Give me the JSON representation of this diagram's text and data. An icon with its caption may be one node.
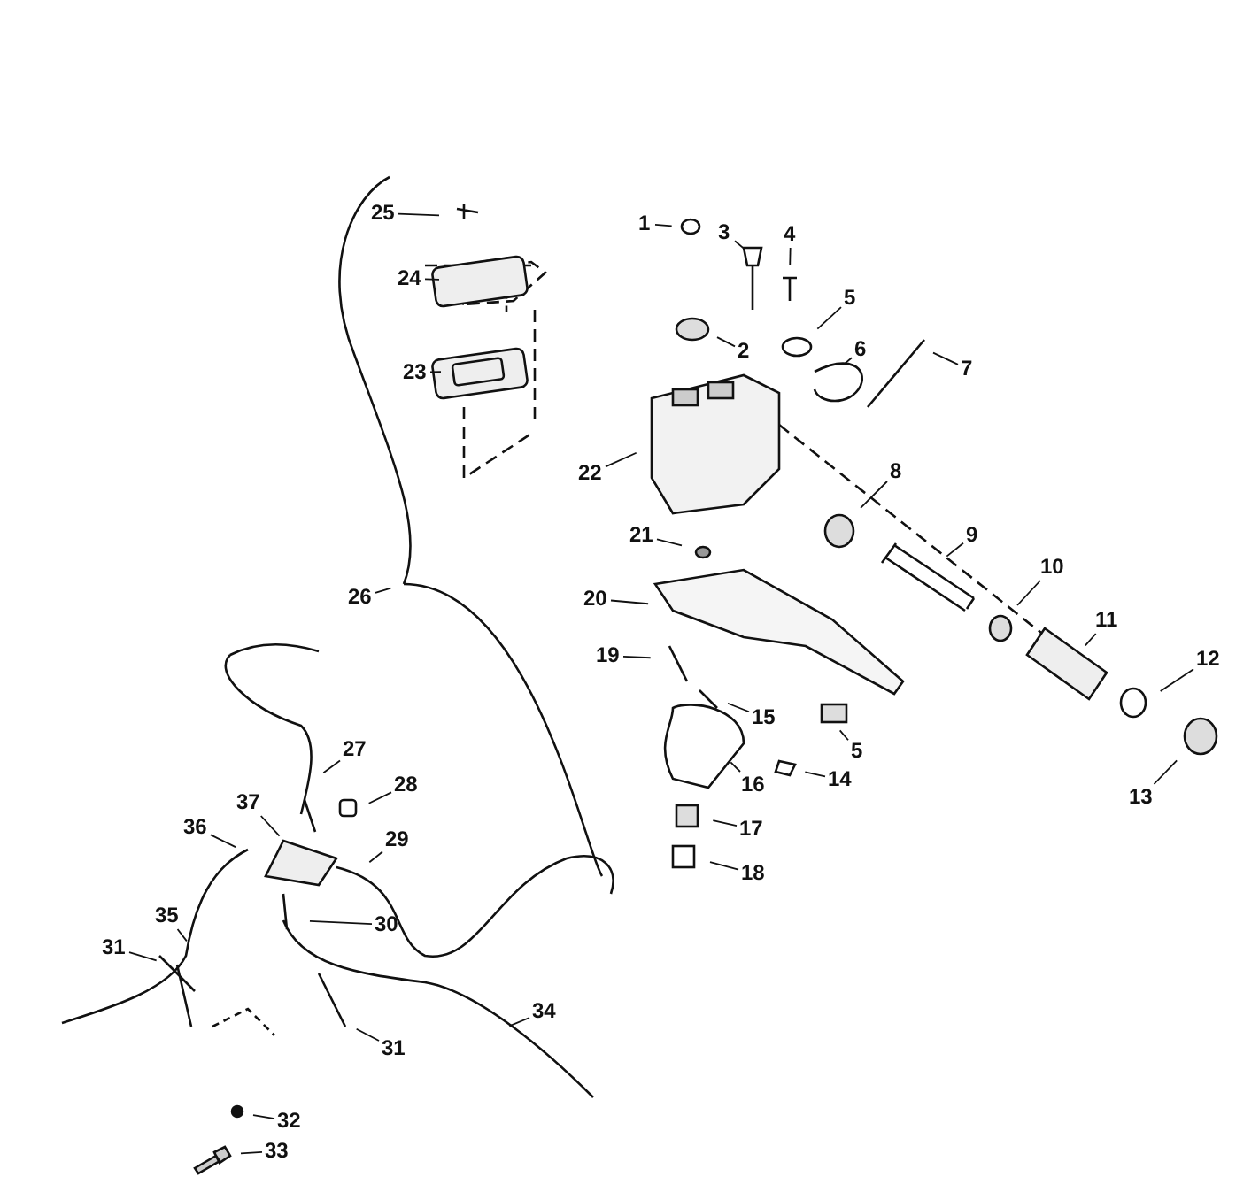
{
  "diagram": {
    "nodes": [
      {
        "text": [
          "25"
        ]
      },
      {
        "text": [
          "1"
        ]
      },
      {
        "text": [
          "3"
        ]
      },
      {
        "text": [
          "4"
        ]
      },
      {
        "text": [
          "24"
        ]
      },
      {
        "text": [
          "2"
        ]
      },
      {
        "text": [
          "5"
        ]
      },
      {
        "text": [
          "7"
        ]
      },
      {
        "text": [
          "6"
        ]
      },
      {
        "text": [
          "23"
        ]
      },
      {
        "text": [
          "22"
        ]
      },
      {
        "text": [
          "8"
        ]
      },
      {
        "text": [
          "9"
        ]
      },
      {
        "text": [
          "21"
        ]
      },
      {
        "text": [
          "26"
        ]
      },
      {
        "text": [
          "20"
        ]
      },
      {
        "text": [
          "10"
        ]
      },
      {
        "text": [
          "11"
        ]
      },
      {
        "text": [
          "19"
        ]
      },
      {
        "text": [
          "12"
        ]
      },
      {
        "text": [
          "15"
        ]
      },
      {
        "text": [
          "5"
        ]
      },
      {
        "text": [
          "16"
        ]
      },
      {
        "text": [
          "14"
        ]
      },
      {
        "text": [
          "13"
        ]
      },
      {
        "text": [
          "27"
        ]
      },
      {
        "text": [
          "28"
        ]
      },
      {
        "text": [
          "37"
        ]
      },
      {
        "text": [
          "17"
        ]
      },
      {
        "text": [
          "36"
        ]
      },
      {
        "text": [
          "29"
        ]
      },
      {
        "text": [
          "18"
        ]
      },
      {
        "text": [
          "35"
        ]
      },
      {
        "text": [
          "30"
        ]
      },
      {
        "text": [
          "31"
        ]
      },
      {
        "text": [
          "34"
        ]
      },
      {
        "text": [
          "31"
        ]
      },
      {
        "text": [
          "32"
        ]
      },
      {
        "text": [
          "33"
        ]
      }
    ],
    "edges": [
      {
        "from": 0,
        "to": null,
        "arrow": "none"
      },
      {
        "from": 1,
        "to": null,
        "arrow": "none"
      },
      {
        "from": 2,
        "to": null,
        "arrow": "none"
      },
      {
        "from": 3,
        "to": null,
        "arrow": "none"
      },
      {
        "from": 4,
        "to": null,
        "arrow": "none"
      },
      {
        "from": 5,
        "to": null,
        "arrow": "none"
      },
      {
        "from": 6,
        "to": null,
        "arrow": "none"
      },
      {
        "from": 7,
        "to": null,
        "arrow": "none"
      },
      {
        "from": 8,
        "to": null,
        "arrow": "none"
      },
      {
        "from": 9,
        "to": null,
        "arrow": "none"
      },
      {
        "from": 10,
        "to": null,
        "arrow": "none"
      },
      {
        "from": 11,
        "to": null,
        "arrow": "none"
      },
      {
        "from": 12,
        "to": null,
        "arrow": "none"
      },
      {
        "from": 13,
        "to": null,
        "arrow": "none"
      },
      {
        "from": 14,
        "to": null,
        "arrow": "none"
      },
      {
        "from": 15,
        "to": null,
        "arrow": "none"
      },
      {
        "from": 16,
        "to": null,
        "arrow": "none"
      },
      {
        "from": 17,
        "to": null,
        "arrow": "none"
      },
      {
        "from": 18,
        "to": null,
        "arrow": "none"
      },
      {
        "from": 19,
        "to": null,
        "arrow": "none"
      },
      {
        "from": 20,
        "to": null,
        "arrow": "none"
      },
      {
        "from": 21,
        "to": null,
        "arrow": "none"
      },
      {
        "from": 22,
        "to": null,
        "arrow": "none"
      },
      {
        "from": 23,
        "to": null,
        "arrow": "none"
      },
      {
        "from": 24,
        "to": null,
        "arrow": "none"
      },
      {
        "from": 25,
        "to": null,
        "arrow": "none"
      },
      {
        "from": 26,
        "to": null,
        "arrow": "none"
      },
      {
        "from": 27,
        "to": null,
        "arrow": "none"
      },
      {
        "from": 28,
        "to": null,
        "arrow": "none"
      },
      {
        "from": 29,
        "to": null,
        "arrow": "none"
      },
      {
        "from": 30,
        "to": null,
        "arrow": "none"
      },
      {
        "from": 31,
        "to": null,
        "arrow": "none"
      },
      {
        "from": 32,
        "to": null,
        "arrow": "none"
      },
      {
        "from": 33,
        "to": null,
        "arrow": "none"
      },
      {
        "from": 34,
        "to": null,
        "arrow": "none"
      },
      {
        "from": 35,
        "to": null,
        "arrow": "none"
      },
      {
        "from": 36,
        "to": null,
        "arrow": "none"
      },
      {
        "from": 37,
        "to": null,
        "arrow": "none"
      },
      {
        "from": 38,
        "to": null,
        "arrow": "none"
      }
    ]
  }
}
